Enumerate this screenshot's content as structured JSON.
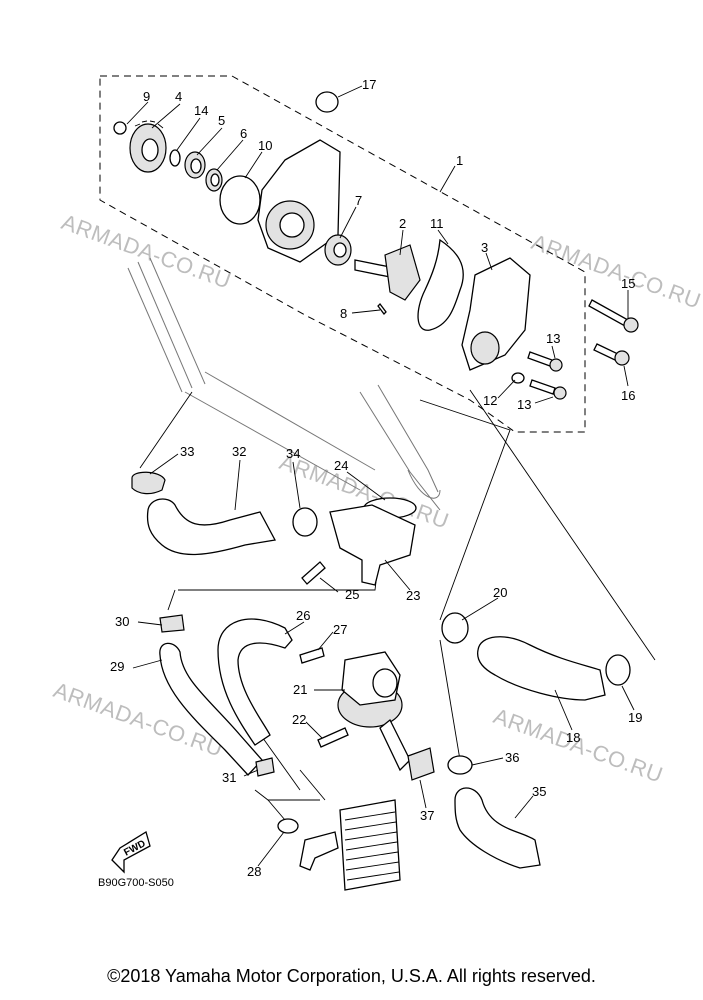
{
  "diagram": {
    "watermark": "ARMADA-CO.RU",
    "reference_code": "B90G700-S050",
    "fwd_label": "FWD",
    "callouts": [
      "1",
      "2",
      "3",
      "4",
      "5",
      "6",
      "7",
      "8",
      "9",
      "10",
      "11",
      "12",
      "13",
      "13",
      "14",
      "15",
      "16",
      "17",
      "18",
      "19",
      "20",
      "21",
      "22",
      "23",
      "24",
      "25",
      "26",
      "27",
      "28",
      "29",
      "30",
      "31",
      "32",
      "33",
      "34",
      "35",
      "36",
      "37"
    ]
  },
  "footer": {
    "copyright": "©2018 Yamaha Motor Corporation, U.S.A. All rights reserved."
  }
}
